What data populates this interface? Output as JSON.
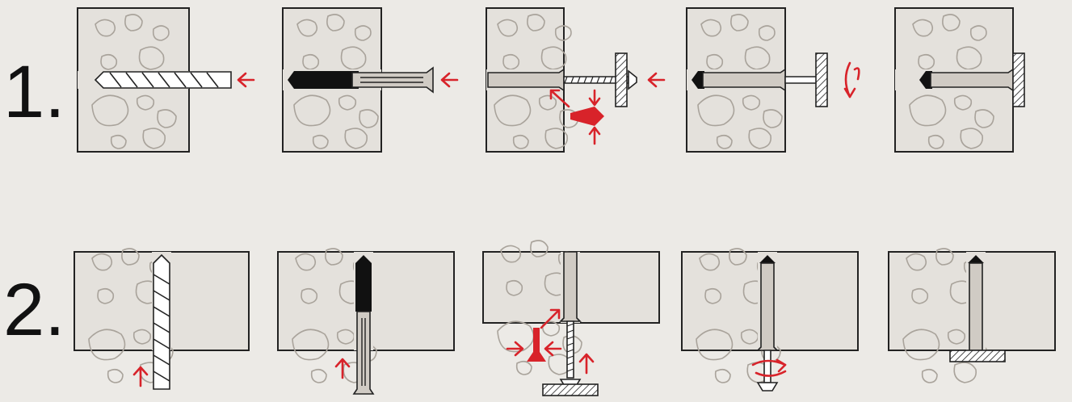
{
  "steps": [
    {
      "label": "1.",
      "orientation": "horizontal",
      "stages": [
        "drill",
        "insert-plug",
        "push-through",
        "screw-in",
        "fixed"
      ]
    },
    {
      "label": "2.",
      "orientation": "vertical",
      "stages": [
        "drill",
        "insert-plug",
        "push-through",
        "screw-in",
        "fixed"
      ]
    }
  ],
  "colors": {
    "accent": "#d8232a",
    "outline": "#222222",
    "stone": "#a9a39b",
    "background": "#eceae6"
  },
  "icons": [
    "drill-bit-icon",
    "wall-plug-icon",
    "screw-icon",
    "rotate-arrow-icon",
    "push-arrow-icon"
  ]
}
